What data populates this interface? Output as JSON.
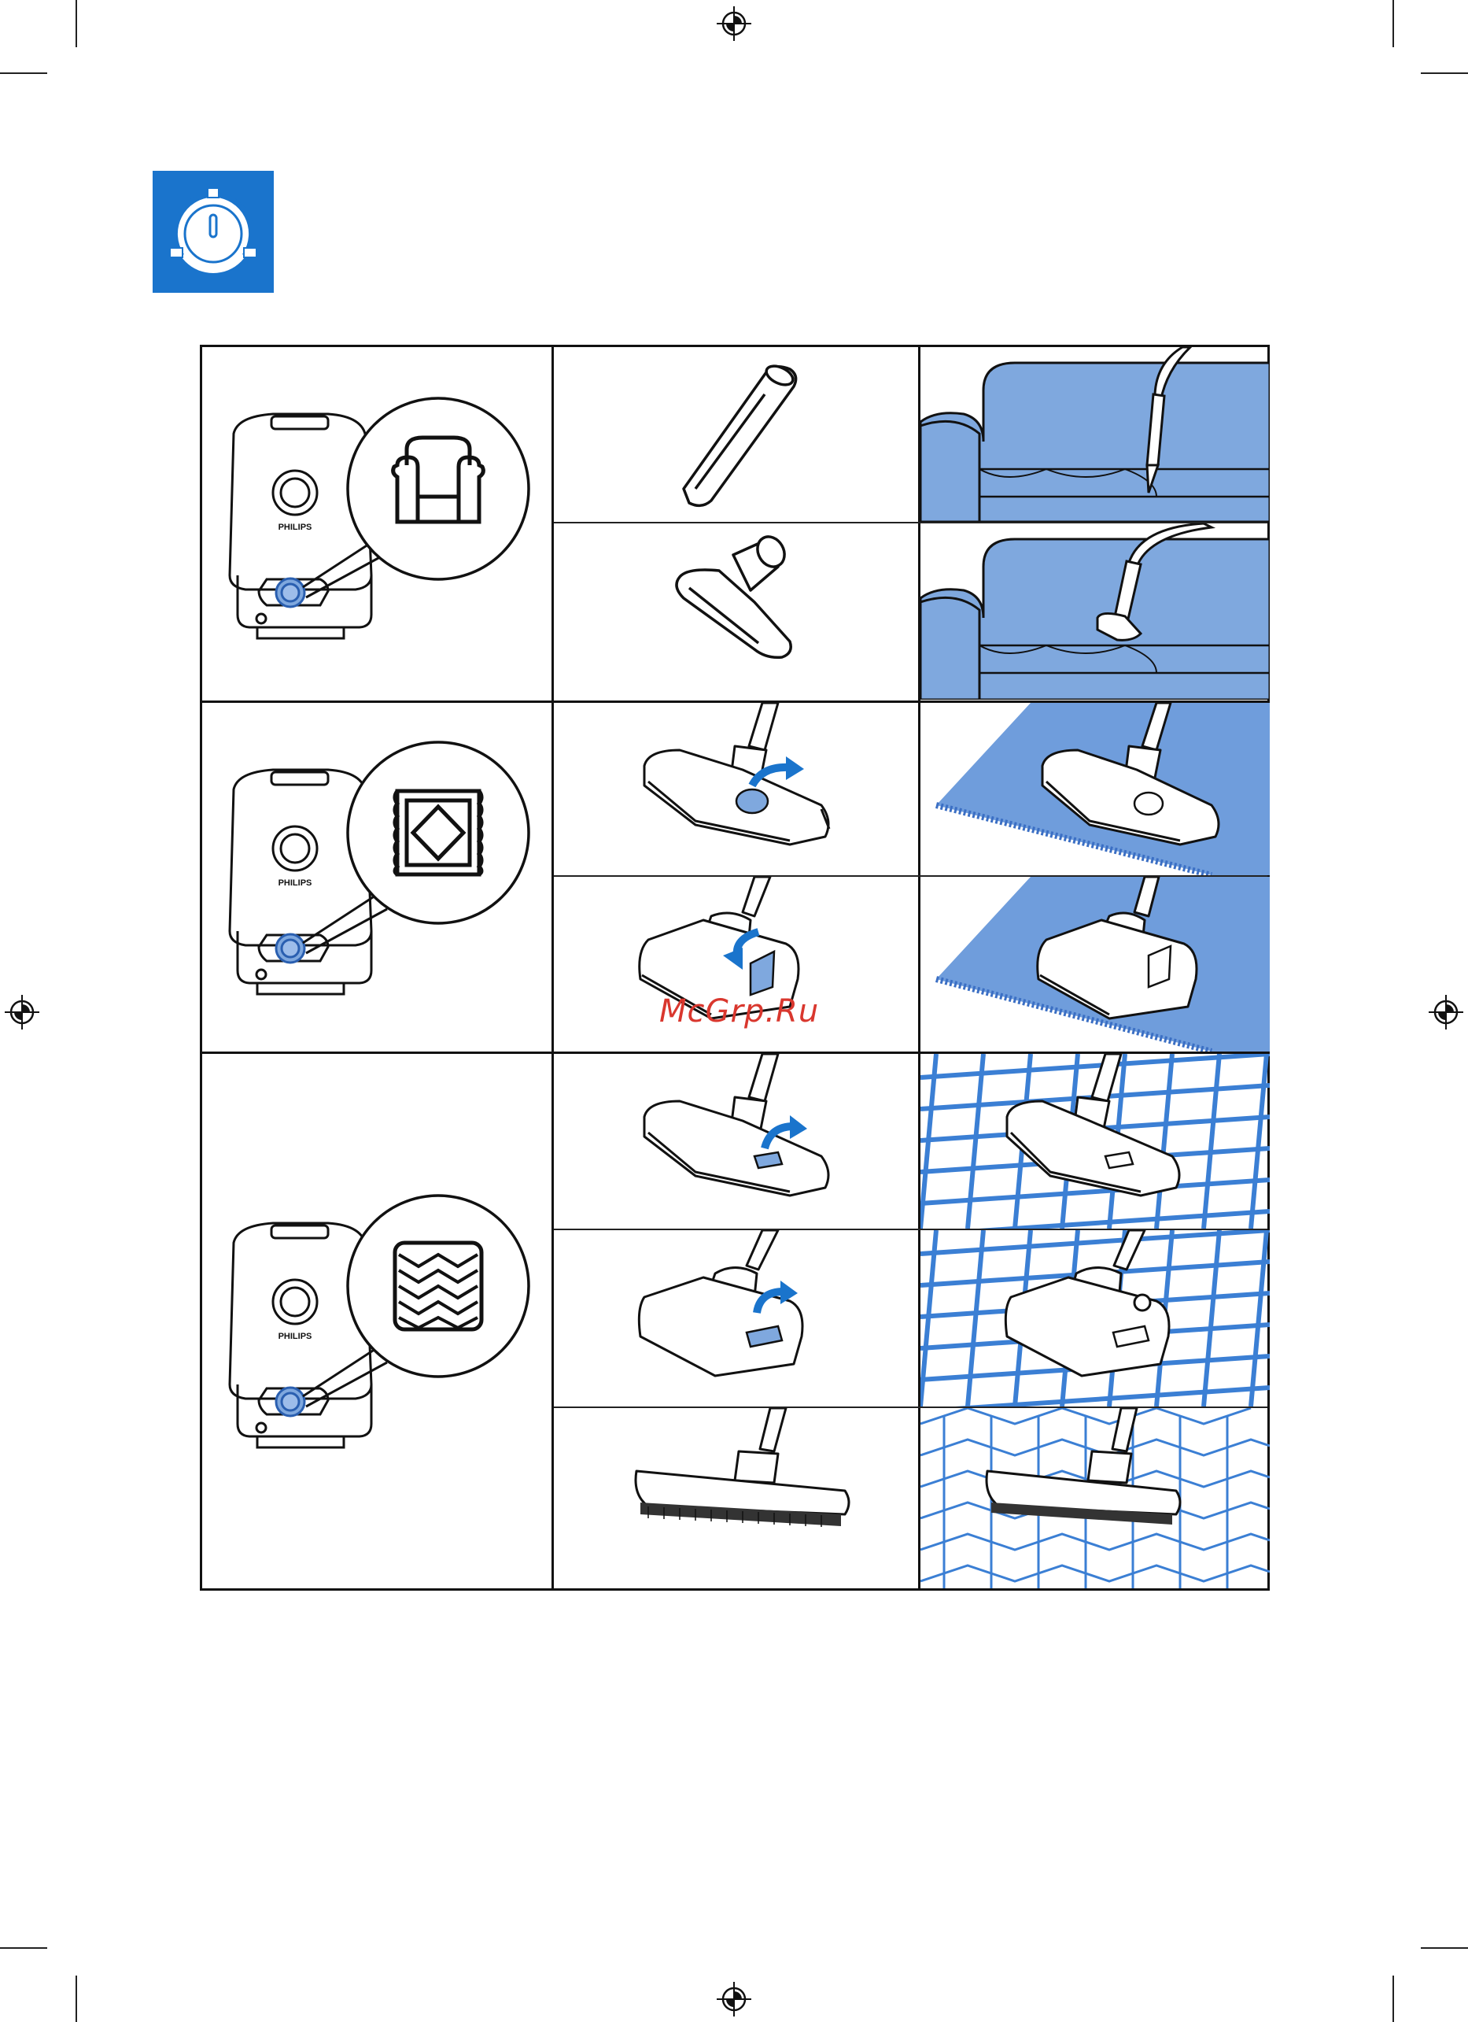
{
  "product": {
    "brand_label": "PHILIPS"
  },
  "watermark": {
    "text": "McGrp.Ru"
  },
  "colors": {
    "accent_blue": "#1a74cc",
    "surface_blue": "#7fa8de",
    "carpet_blue": "#6f9ddc",
    "line": "#111111"
  },
  "rows": [
    {
      "setting_icon": "armchair-icon",
      "surface": "upholstery",
      "tools": [
        "crevice-tool",
        "upholstery-nozzle"
      ]
    },
    {
      "setting_icon": "carpet-icon",
      "surface": "carpet",
      "tools": [
        "floor-nozzle-carpet-mode",
        "multi-nozzle-carpet-mode"
      ]
    },
    {
      "setting_icon": "parquet-icon",
      "surface": "hard floor",
      "tools": [
        "floor-nozzle-hardfloor-mode",
        "multi-nozzle-hardfloor-mode",
        "parquet-brush"
      ]
    }
  ]
}
